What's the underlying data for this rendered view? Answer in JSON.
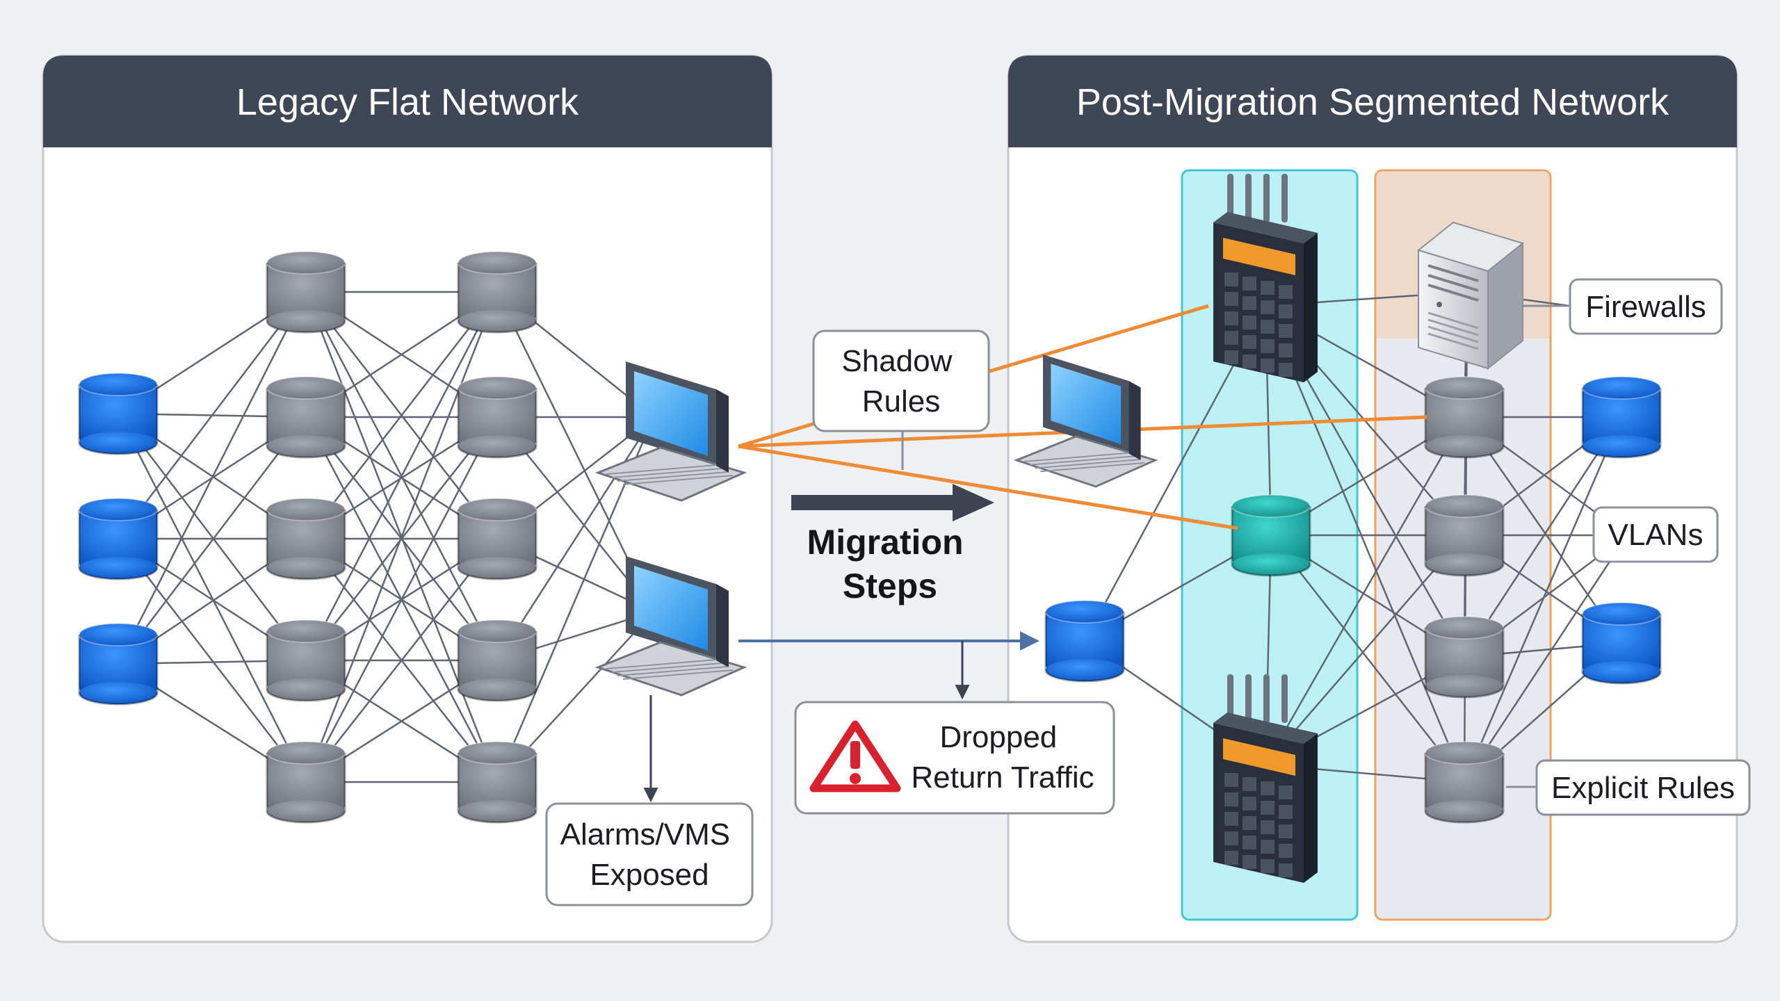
{
  "panels": {
    "left": {
      "title": "Legacy Flat Network"
    },
    "right": {
      "title": "Post-Migration Segmented Network"
    }
  },
  "callouts": {
    "shadow_rules": [
      "Shadow",
      "Rules"
    ],
    "migration_steps": [
      "Migration",
      "Steps"
    ],
    "dropped_return": [
      "Dropped",
      "Return Traffic"
    ],
    "alarms_exposed": [
      "Alarms/VMS",
      "Exposed"
    ],
    "firewalls": "Firewalls",
    "vlans": "VLANs",
    "explicit_rules": "Explicit Rules"
  },
  "icons": {
    "warning": "warning-triangle-icon",
    "computer": "desktop-computer-icon",
    "firewall": "firewall-appliance-icon",
    "server": "server-tower-icon",
    "node": "network-node-icon"
  },
  "colors": {
    "header": "#3f4756",
    "blue_node": "#1f6fdc",
    "gray_node": "#878c96",
    "teal_node": "#22b7b0",
    "orange_link": "#ef8a35",
    "cyan_zone": "#8ee8ee",
    "orange_zone": "#f2a05c",
    "warning_red": "#d9212d"
  }
}
